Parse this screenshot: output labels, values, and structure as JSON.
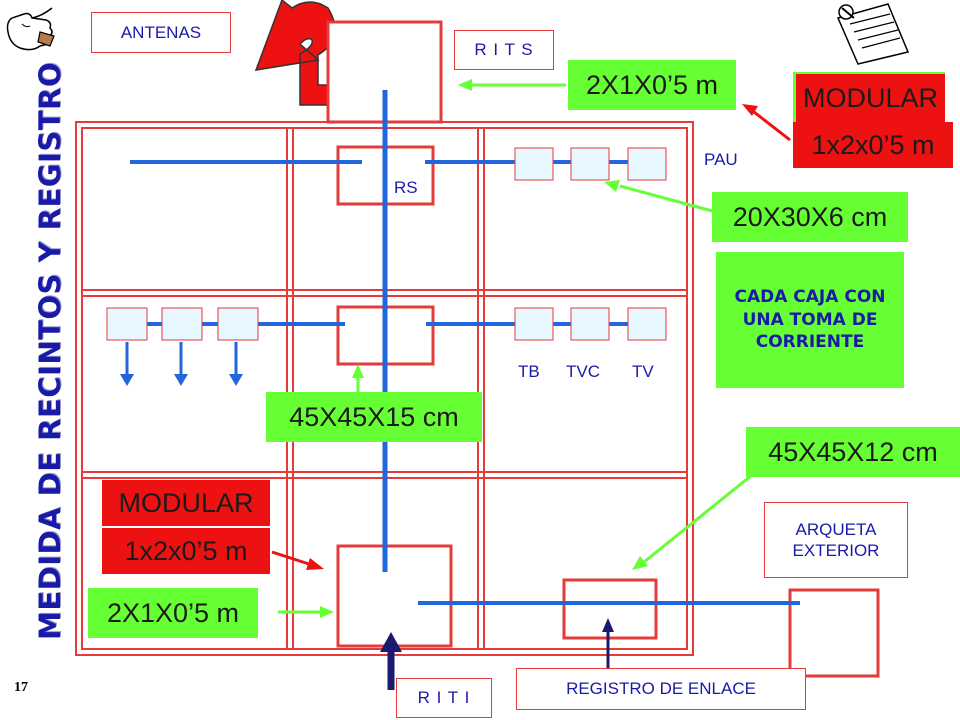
{
  "side_title": "MEDIDA DE RECINTOS Y REGISTRO",
  "page_number": "17",
  "labels": {
    "antenas": "ANTENAS",
    "rits": "R I T S",
    "rs": "RS",
    "pau": "PAU",
    "tb": "TB",
    "tvc": "TVC",
    "tv": "TV",
    "riti": "R I T I",
    "registro_enlace": "REGISTRO DE ENLACE",
    "arqueta_line1": "ARQUETA",
    "arqueta_line2": "EXTERIOR"
  },
  "dimensions": {
    "rits_size": "2X1X0’5 m",
    "modular_top": "MODULAR",
    "modular_top_size": "1x2x0’5 m",
    "pau_box_size": "20X30X6 cm",
    "cada_caja": "CADA CAJA CON UNA TOMA DE CORRIENTE",
    "registro_secundario_size": "45X45X15 cm",
    "registro_enlace_size": "45X45X12 cm",
    "modular_bottom": "MODULAR",
    "modular_bottom_size": "1x2x0’5 m",
    "riti_size": "2X1X0’5 m"
  },
  "colors": {
    "red": "#ee1111",
    "green": "#66ff33",
    "blue": "#2266dd",
    "navy": "#1a1a6e",
    "side_title": "#1a1aa8",
    "arrow_red": "#ee1111"
  },
  "icons": [
    "hand-pointing-icon",
    "curved-arrow-icon",
    "notepad-pushpin-icon"
  ]
}
